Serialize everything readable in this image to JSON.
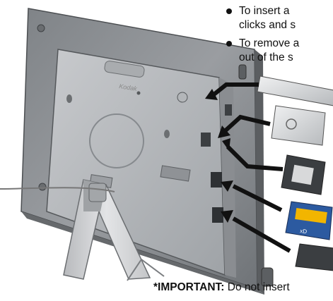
{
  "instructions": {
    "bullets": [
      {
        "line1": "To insert a",
        "line2": "clicks and s"
      },
      {
        "line1": "To remove a",
        "line2": "out of the s"
      }
    ],
    "note_label": "*IMPORTANT:",
    "note_text": " Do not insert"
  },
  "frame": {
    "brand": "Kodak"
  },
  "colors": {
    "frame_back": "#8e9195",
    "frame_panel": "#b9bcbf",
    "stand": "#d2d4d6",
    "arrow": "#111111",
    "sd_card_label": "#f2b500"
  }
}
